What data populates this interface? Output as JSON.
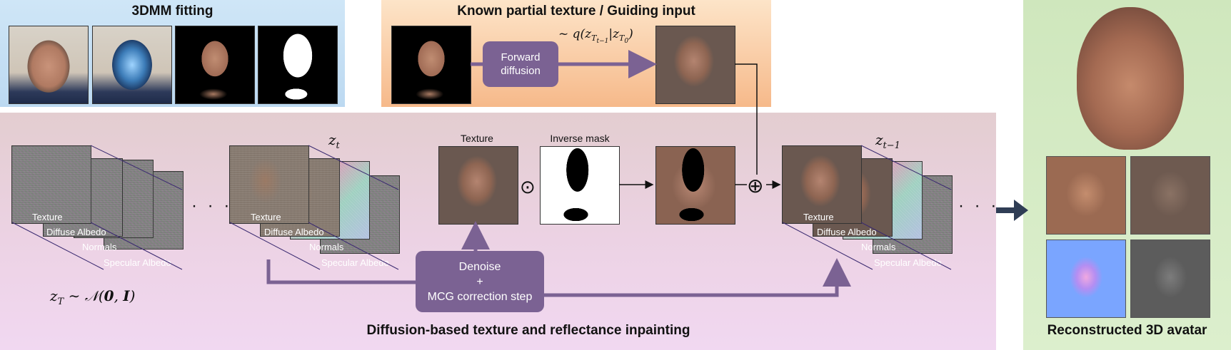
{
  "panels": {
    "fitting_title": "3DMM fitting",
    "guide_title": "Known partial texture / Guiding input",
    "diffusion_title": "Diffusion-based texture and reflectance inpainting",
    "avatar_title": "Reconstructed 3D avatar"
  },
  "guide": {
    "forward_box": "Forward diffusion",
    "forward_box_line1": "Forward",
    "forward_box_line2": "diffusion",
    "q_formula": "~ q(z_{T_{t-1}} | z_{T_0})"
  },
  "diffusion": {
    "zT_label": "z_T ~ N(0, I)",
    "zt_label": "z_t",
    "zt1_label": "z_{t-1}",
    "layer_labels": [
      "Texture",
      "Diffuse Albedo",
      "Normals",
      "Specular Albedo"
    ],
    "texture_caption": "Texture",
    "inverse_mask_caption": "Inverse mask",
    "hadamard": "⊙",
    "oplus": "⊕",
    "ellipsis": "· · ·",
    "denoise_line1": "Denoise",
    "denoise_line2": "+",
    "denoise_line3": "MCG correction step"
  },
  "colors": {
    "arrow_purple": "#7b6293",
    "box_purple": "#7b6293",
    "big_arrow": "#2f3d55"
  }
}
